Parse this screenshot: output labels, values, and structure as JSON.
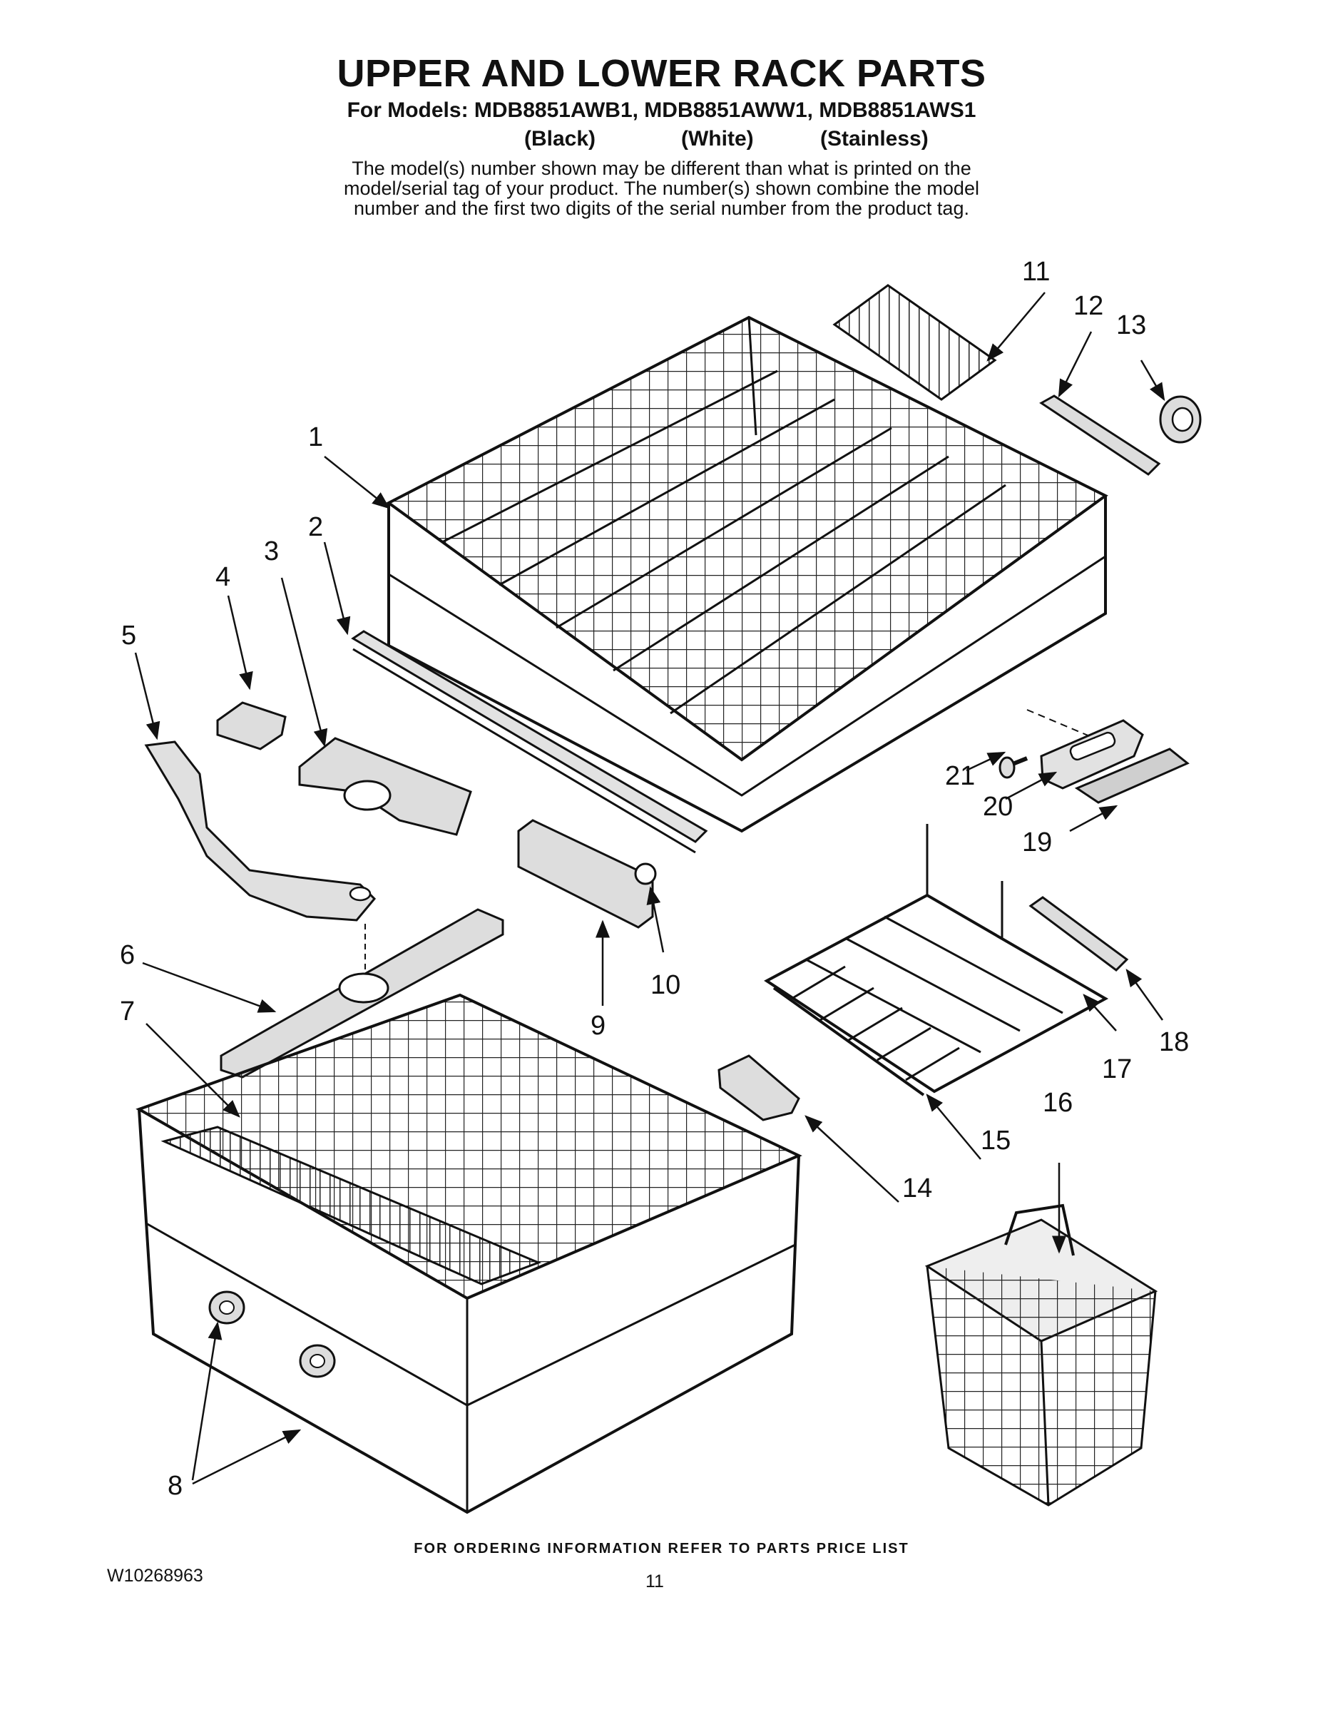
{
  "header": {
    "title": "UPPER AND LOWER RACK PARTS",
    "models": "For Models: MDB8851AWB1, MDB8851AWW1, MDB8851AWS1",
    "colors": [
      "(Black)",
      "(White)",
      "(Stainless)"
    ],
    "note_lines": [
      "The model(s) number shown may be different than what is printed on the",
      "model/serial tag of your product. The number(s) shown combine the model",
      "number and the first two digits of the serial number from the product tag."
    ]
  },
  "callouts": [
    "1",
    "2",
    "3",
    "4",
    "5",
    "6",
    "7",
    "8",
    "9",
    "10",
    "11",
    "12",
    "13",
    "14",
    "15",
    "16",
    "17",
    "18",
    "19",
    "20",
    "21"
  ],
  "footer": {
    "ordering_note": "FOR ORDERING INFORMATION REFER TO PARTS PRICE LIST",
    "doc_number": "W10268963",
    "page_number": "11"
  },
  "colors": {
    "ink": "#111111",
    "paper": "#ffffff",
    "part_shade": "#d8d8d8"
  }
}
